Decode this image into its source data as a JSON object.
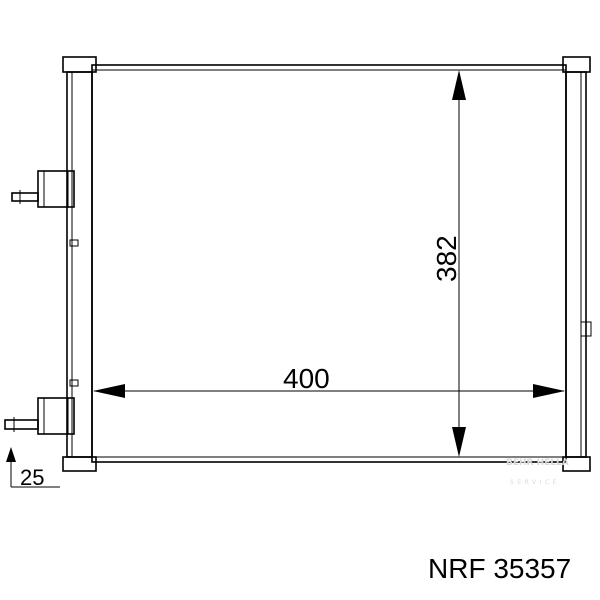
{
  "dimensions": {
    "height": "382",
    "width": "400",
    "pipe_offset": "25"
  },
  "brand": {
    "logo_text": "BEHR HELLA",
    "service_text": "SERVICE"
  },
  "part_number": "NRF 35357"
}
